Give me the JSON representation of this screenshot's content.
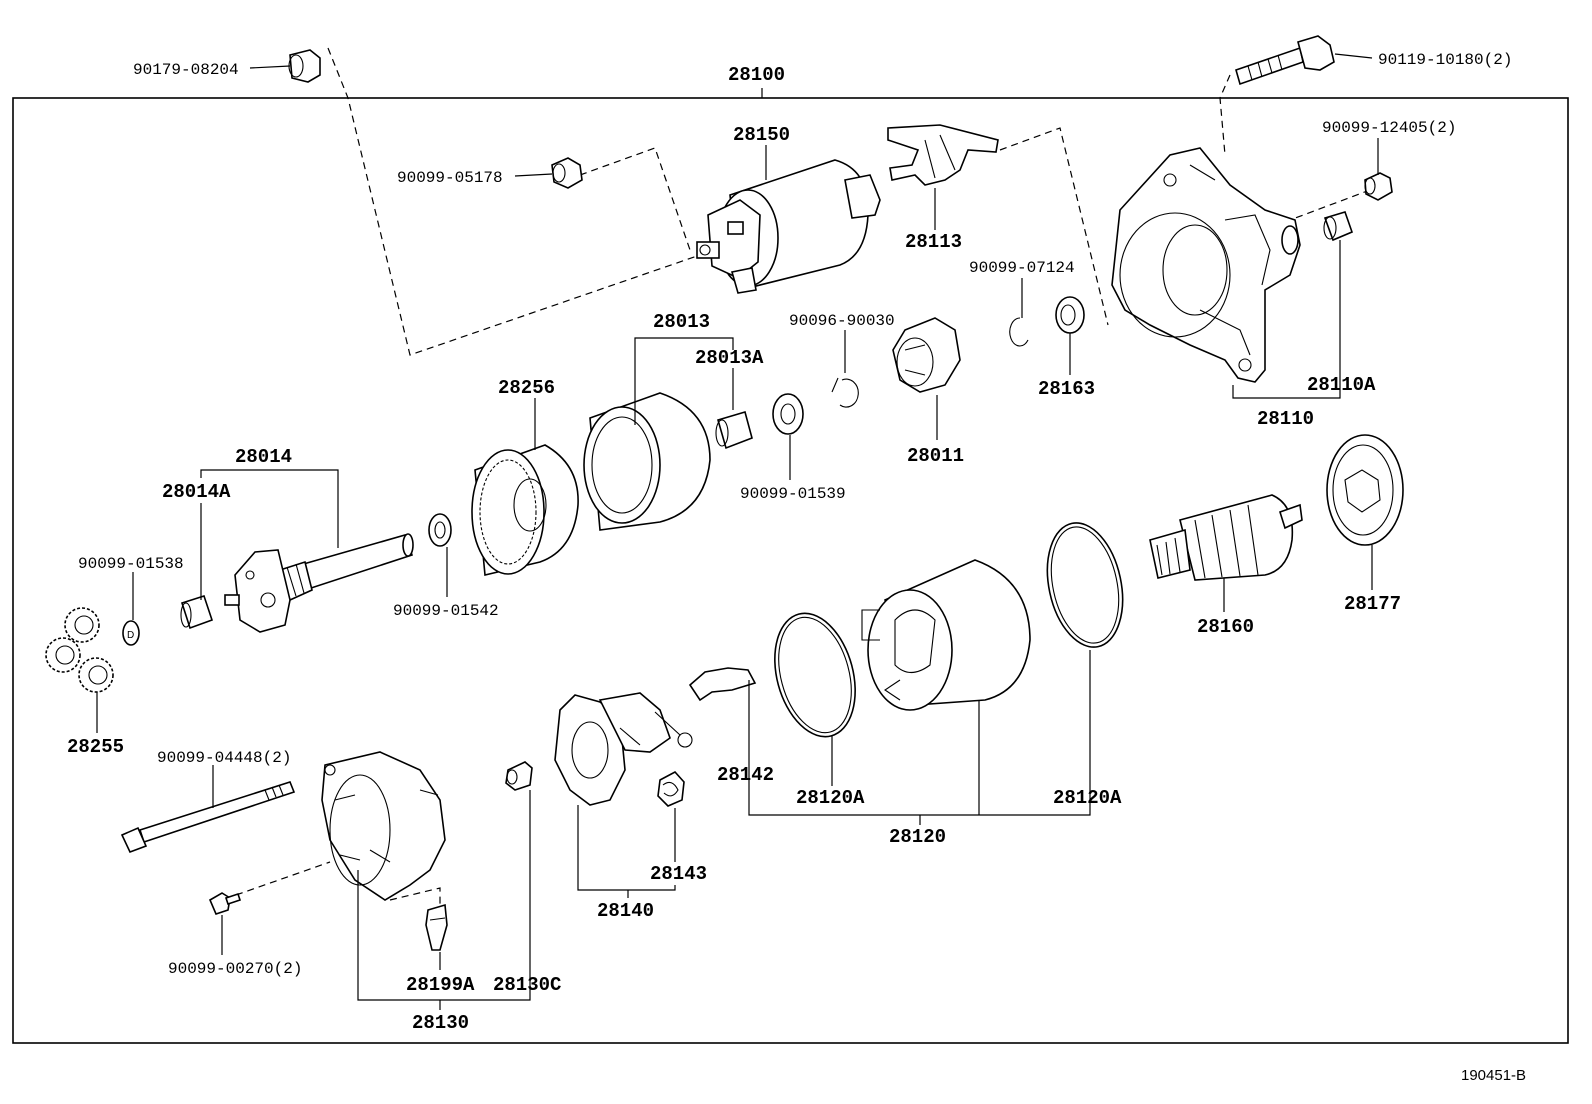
{
  "diagram": {
    "assembly": "28100",
    "reference": "190451-B",
    "labels": {
      "p90179_08204": "90179-08204",
      "p90119_10180": "90119-10180(2)",
      "p28150": "28150",
      "p90099_05178": "90099-05178",
      "p28113": "28113",
      "p90099_12405": "90099-12405(2)",
      "p90099_07124": "90099-07124",
      "p28013": "28013",
      "p28013A": "28013A",
      "p90096_90030": "90096-90030",
      "p28163": "28163",
      "p28110A": "28110A",
      "p28110": "28110",
      "p28256": "28256",
      "p28011": "28011",
      "p28014": "28014",
      "p28014A": "28014A",
      "p90099_01539": "90099-01539",
      "p90099_01538": "90099-01538",
      "p90099_01542": "90099-01542",
      "p28177": "28177",
      "p28160": "28160",
      "p28255": "28255",
      "p90099_04448": "90099-04448(2)",
      "p28142": "28142",
      "p28120A_left": "28120A",
      "p28120A_right": "28120A",
      "p28120": "28120",
      "p28143": "28143",
      "p28140": "28140",
      "p90099_00270": "90099-00270(2)",
      "p28199A": "28199A",
      "p28130C": "28130C",
      "p28130": "28130"
    }
  }
}
